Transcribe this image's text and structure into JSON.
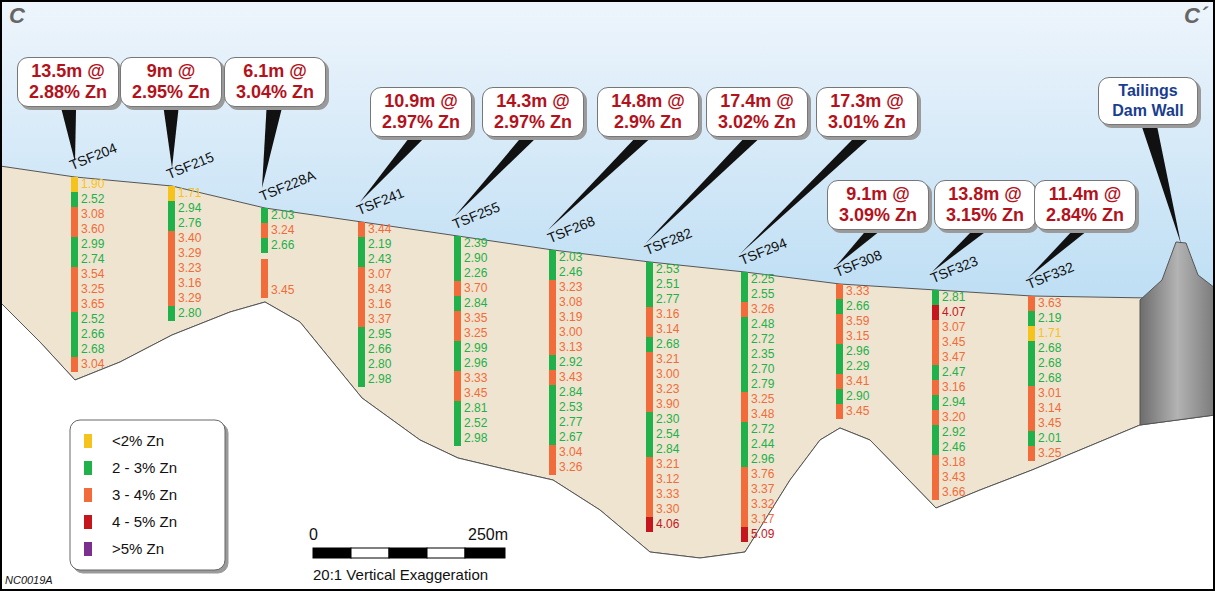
{
  "diagram": {
    "nodes": [
      {
        "text": [
          "13.5m @ 2.88% Zn"
        ]
      },
      {
        "text": [
          "9m @ 2.95% Zn"
        ]
      },
      {
        "text": [
          "6.1m @ 3.04% Zn"
        ]
      },
      {
        "text": [
          "10.9m @ 2.97% Zn"
        ]
      },
      {
        "text": [
          "14.3m @ 2.97% Zn"
        ]
      },
      {
        "text": [
          "14.8m @ 2.9% Zn"
        ]
      },
      {
        "text": [
          "17.4m @ 3.02% Zn"
        ]
      },
      {
        "text": [
          "17.3m @ 3.01% Zn"
        ]
      },
      {
        "text": [
          "9.1m @ 3.09% Zn"
        ]
      },
      {
        "text": [
          "13.8m @ 3.15% Zn"
        ]
      },
      {
        "text": [
          "11.4m @ 2.84% Zn"
        ]
      },
      {
        "text": [
          "Tailings Dam Wall"
        ]
      }
    ],
    "labels": [
      "C",
      "C´",
      "TSF204",
      "1.90",
      "2.52",
      "3.08",
      "3.60",
      "2.99",
      "2.74",
      "3.54",
      "3.25",
      "3.65",
      "2.52",
      "2.66",
      "2.68",
      "3.04",
      "TSF215",
      "1.71",
      "2.94",
      "2.76",
      "3.40",
      "3.29",
      "3.23",
      "3.16",
      "3.29",
      "2.80",
      "TSF228A",
      "2.03",
      "3.24",
      "2.66",
      "3.45",
      "TSF241",
      "3.44",
      "2.19",
      "2.43",
      "3.07",
      "3.43",
      "3.16",
      "3.37",
      "2.95",
      "2.66",
      "2.80",
      "2.98",
      "TSF255",
      "2.39",
      "2.90",
      "2.26",
      "3.70",
      "2.84",
      "3.35",
      "3.25",
      "2.99",
      "2.96",
      "3.33",
      "3.45",
      "2.81",
      "2.52",
      "2.98",
      "TSF268",
      "2.03",
      "2.46",
      "3.23",
      "3.08",
      "3.19",
      "3.00",
      "3.13",
      "2.92",
      "3.43",
      "2.84",
      "2.53",
      "2.77",
      "2.67",
      "3.04",
      "3.26",
      "TSF282",
      "2.53",
      "2.51",
      "2.77",
      "3.16",
      "3.14",
      "2.68",
      "3.21",
      "3.00",
      "3.23",
      "3.90",
      "2.30",
      "2.54",
      "2.84",
      "3.21",
      "3.12",
      "3.33",
      "3.30",
      "4.06",
      "TSF294",
      "2.25",
      "2.55",
      "3.26",
      "2.48",
      "2.72",
      "2.35",
      "2.70",
      "2.79",
      "3.25",
      "3.48",
      "2.72",
      "2.44",
      "2.96",
      "3.76",
      "3.37",
      "3.32",
      "3.17",
      "5.09",
      "TSF308",
      "3.33",
      "2.66",
      "3.59",
      "3.15",
      "2.96",
      "2.29",
      "3.41",
      "2.90",
      "3.45",
      "TSF323",
      "2.81",
      "4.07",
      "3.07",
      "3.45",
      "3.47",
      "2.47",
      "3.16",
      "2.94",
      "3.20",
      "2.92",
      "2.46",
      "3.18",
      "3.43",
      "3.66",
      "TSF332",
      "3.63",
      "2.19",
      "1.71",
      "2.68",
      "2.68",
      "2.68",
      "3.01",
      "3.14",
      "3.45",
      "2.01",
      "3.25",
      "0",
      "250m",
      "20:1 Vertical Exaggeration",
      "NC0019A"
    ],
    "legend": [
      {
        "text": "<2% Zn",
        "color": "#f6c31c"
      },
      {
        "text": "2 - 3% Zn",
        "color": "#21b14b"
      },
      {
        "text": "3 - 4% Zn",
        "color": "#f26b3a"
      },
      {
        "text": "4 - 5% Zn",
        "color": "#c4161c"
      },
      {
        "text": ">5% Zn",
        "color": "#7b2f8f"
      }
    ]
  }
}
